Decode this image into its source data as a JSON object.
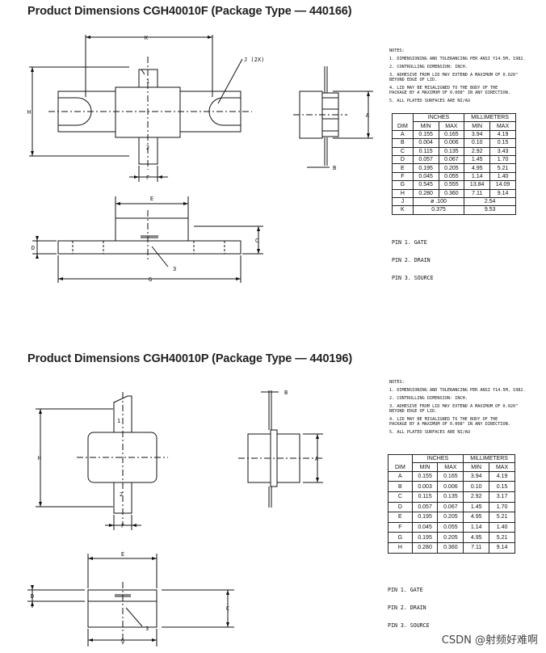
{
  "section1": {
    "title": "Product Dimensions CGH40010F (Package Type — 440166)",
    "labels": {
      "K": "K",
      "J": "J (2X)",
      "H": "H",
      "pin1": "1",
      "pin2": "2",
      "F": "F",
      "B": "B",
      "A": "A",
      "E": "E",
      "C": "C",
      "D": "D",
      "G": "G",
      "pin3": "3"
    },
    "notes": [
      "NOTES:",
      "1. DIMENSIONING AND TOLERANCING PER ANSI Y14.5M, 1982.",
      "2. CONTROLLING DIMENSION: INCH.",
      "3. ADHESIVE FROM LID MAY EXTEND A MAXIMUM OF 0.020\"\nBEYOND EDGE OF LID.",
      "4. LID MAY BE MISALIGNED TO THE BODY OF THE\nPACKAGE BY A MAXIMUM OF 0.008\" IN ANY DIRECTION.",
      "5. ALL PLATED SURFACES ARE NI/AU"
    ],
    "table": {
      "group_headers": [
        "INCHES",
        "MILLIMETERS"
      ],
      "col_headers": [
        "DIM",
        "MIN",
        "MAX",
        "MIN",
        "MAX"
      ],
      "rows": [
        [
          "A",
          "0.155",
          "0.165",
          "3.94",
          "4.19"
        ],
        [
          "B",
          "0.004",
          "0.006",
          "0.10",
          "0.15"
        ],
        [
          "C",
          "0.115",
          "0.135",
          "2.92",
          "3.43"
        ],
        [
          "D",
          "0.057",
          "0.067",
          "1.45",
          "1.70"
        ],
        [
          "E",
          "0.195",
          "0.205",
          "4.95",
          "5.21"
        ],
        [
          "F",
          "0.045",
          "0.055",
          "1.14",
          "1.40"
        ],
        [
          "G",
          "0.545",
          "0.555",
          "13.84",
          "14.09"
        ],
        [
          "H",
          "0.280",
          "0.360",
          "7.11",
          "9.14"
        ]
      ],
      "merged_rows": [
        [
          "J",
          "ø .100",
          "2.54"
        ],
        [
          "K",
          "0.375",
          "9.53"
        ]
      ]
    },
    "pins": [
      "PIN 1. GATE",
      "PIN 2. DRAIN",
      "PIN 3. SOURCE"
    ]
  },
  "section2": {
    "title": "Product Dimensions CGH40010P (Package Type — 440196)",
    "labels": {
      "B": "B",
      "H": "H",
      "pin1": "1",
      "pin2": "2",
      "F": "F",
      "A": "A",
      "E": "E",
      "C": "C",
      "D": "D",
      "G": "G",
      "pin3": "3"
    },
    "notes": [
      "NOTES:",
      "1. DIMENSIONING AND TOLERANCING PER ANSI Y14.5M, 1982.",
      "2. CONTROLLING DIMENSION: INCH.",
      "3. ADHESIVE FROM LID MAY EXTEND A MAXIMUM OF 0.020\"\nBEYOND EDGE OF LID.",
      "4. LID MAY BE MISALIGNED TO THE BODY OF THE\nPACKAGE BY A MAXIMUM OF 0.008\" IN ANY DIRECTION.",
      "5. ALL PLATED SURFACES ARE NI/AU"
    ],
    "table": {
      "group_headers": [
        "INCHES",
        "MILLIMETERS"
      ],
      "col_headers": [
        "DIM",
        "MIN",
        "MAX",
        "MIN",
        "MAX"
      ],
      "rows": [
        [
          "A",
          "0.155",
          "0.165",
          "3.94",
          "4.19"
        ],
        [
          "B",
          "0.003",
          "0.006",
          "0.10",
          "0.15"
        ],
        [
          "C",
          "0.115",
          "0.135",
          "2.92",
          "3.17"
        ],
        [
          "D",
          "0.057",
          "0.067",
          "1.45",
          "1.70"
        ],
        [
          "E",
          "0.195",
          "0.205",
          "4.95",
          "5.21"
        ],
        [
          "F",
          "0.045",
          "0.055",
          "1.14",
          "1.40"
        ],
        [
          "G",
          "0.195",
          "0.205",
          "4.95",
          "5.21"
        ],
        [
          "H",
          "0.280",
          "0.360",
          "7.11",
          "9.14"
        ]
      ],
      "merged_rows": []
    },
    "pins": [
      "PIN 1. GATE",
      "PIN 2. DRAIN",
      "PIN 3. SOURCE"
    ]
  },
  "watermark": "CSDN @射频好难啊"
}
